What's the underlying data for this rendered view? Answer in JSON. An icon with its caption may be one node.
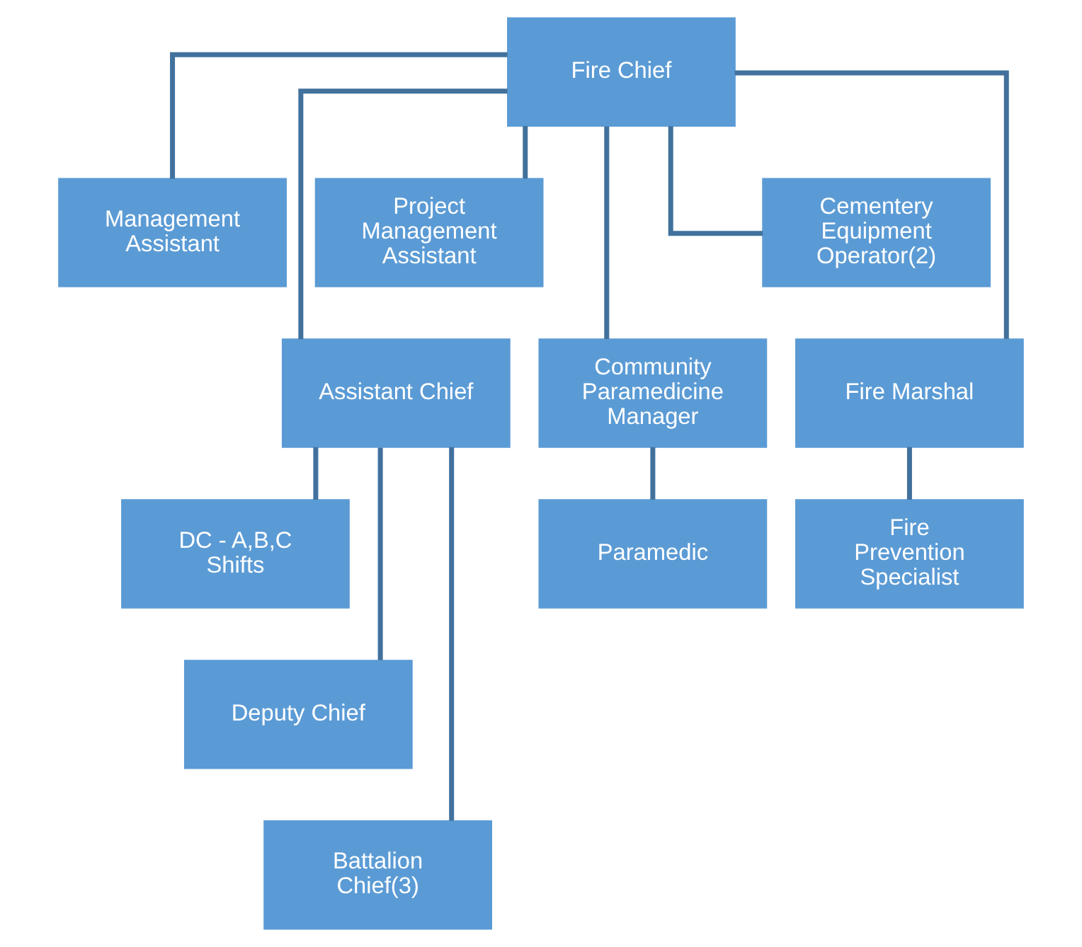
{
  "diagram": {
    "nodes": [
      {
        "text": [
          "Fire Chief"
        ]
      },
      {
        "text": [
          "Management Assistant"
        ]
      },
      {
        "text": [
          "Project Management Assistant"
        ]
      },
      {
        "text": [
          "Assistant Chief"
        ]
      },
      {
        "text": [
          "Community Paramedicine Manager"
        ]
      },
      {
        "text": [
          "Fire Marshal"
        ]
      },
      {
        "text": [
          "Cementery Equipment Operator(2)"
        ]
      },
      {
        "text": [
          "DC - A,B,C Shifts"
        ]
      },
      {
        "text": [
          "Deputy Chief"
        ]
      },
      {
        "text": [
          "Battalion Chief(3)"
        ]
      },
      {
        "text": [
          "Paramedic"
        ]
      },
      {
        "text": [
          "Fire Prevention Specialist"
        ]
      }
    ],
    "edges": [
      {
        "from": 0,
        "to": 1,
        "arrow": "none"
      },
      {
        "from": 0,
        "to": 2,
        "arrow": "none"
      },
      {
        "from": 0,
        "to": 3,
        "arrow": "none"
      },
      {
        "from": 0,
        "to": 4,
        "arrow": "none"
      },
      {
        "from": 0,
        "to": 5,
        "arrow": "none"
      },
      {
        "from": 0,
        "to": 6,
        "arrow": "none"
      },
      {
        "from": 3,
        "to": 7,
        "arrow": "none"
      },
      {
        "from": 3,
        "to": 8,
        "arrow": "none"
      },
      {
        "from": 3,
        "to": 9,
        "arrow": "none"
      },
      {
        "from": 4,
        "to": 10,
        "arrow": "none"
      },
      {
        "from": 5,
        "to": 11,
        "arrow": "none"
      }
    ]
  }
}
